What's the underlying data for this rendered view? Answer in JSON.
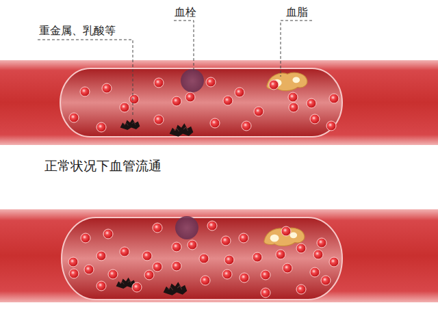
{
  "diagram": {
    "caption": "正常状况下血管流通",
    "labels": [
      "重金属、乳酸等",
      "血栓",
      "血脂"
    ]
  }
}
